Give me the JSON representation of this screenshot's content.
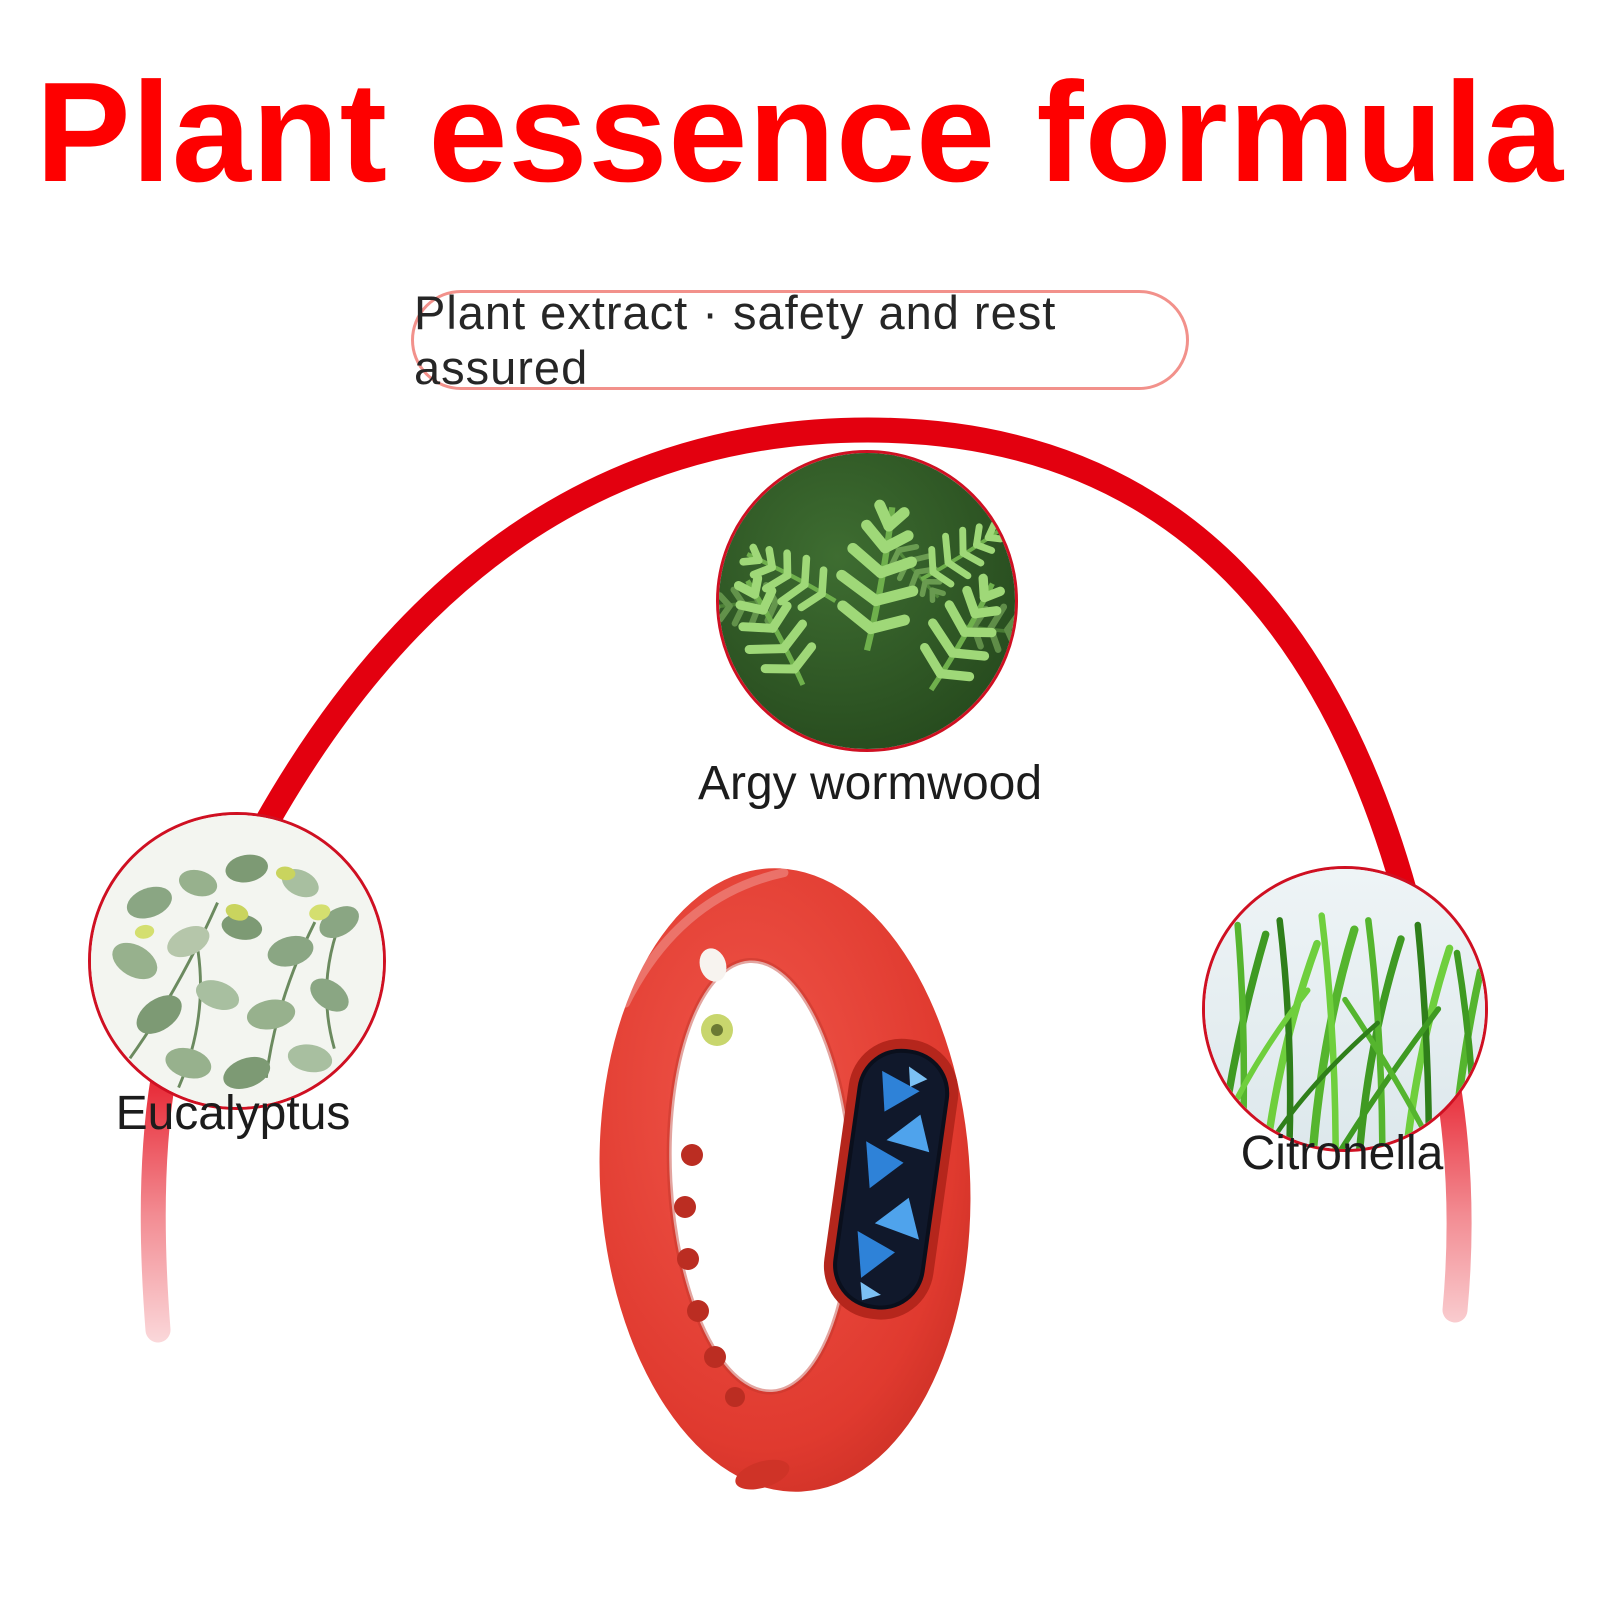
{
  "title": "Plant essence formula",
  "subtitle": "Plant extract · safety and rest assured",
  "ingredients": [
    {
      "label": "Argy wormwood",
      "icon": "wormwood-leaves-photo"
    },
    {
      "label": "Eucalyptus",
      "icon": "eucalyptus-leaves-photo"
    },
    {
      "label": "Citronella",
      "icon": "citronella-grass-photo"
    }
  ],
  "product": {
    "icon": "red-mosquito-repellent-wristband-photo"
  },
  "colors": {
    "title_red": "#fe0000",
    "arc_red": "#e3000f",
    "pill_border_pink": "#f2918b",
    "circle_border_red": "#cf1022",
    "label_text": "#1c1c1c",
    "band_red": "#e03a2f",
    "capsule_dark": "#10182b",
    "capsule_blue": "#2e82d8"
  }
}
